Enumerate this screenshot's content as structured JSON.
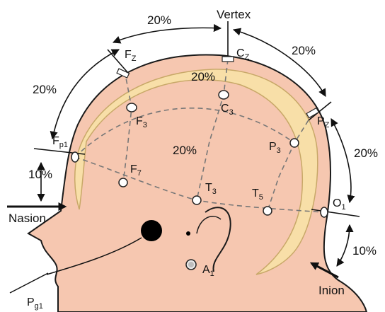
{
  "labels": {
    "vertex": "Vertex",
    "nasion": "Nasion",
    "inion": "Inion",
    "pg1_main": "P",
    "pg1_sub": "g1",
    "a1_main": "A",
    "a1_sub": "1"
  },
  "percentages": {
    "top_left": "20%",
    "top_right": "20%",
    "left_upper": "20%",
    "left_lower": "10%",
    "right_upper": "20%",
    "right_lower": "10%",
    "inner_top": "20%",
    "inner_middle": "20%"
  },
  "electrodes": {
    "fz": {
      "main": "F",
      "sub": "Z"
    },
    "cz": {
      "main": "C",
      "sub": "Z"
    },
    "pz": {
      "main": "P",
      "sub": "Z"
    },
    "fp1": {
      "main": "F",
      "sub": "p1"
    },
    "f3": {
      "main": "F",
      "sub": "3"
    },
    "c3": {
      "main": "C",
      "sub": "3"
    },
    "p3": {
      "main": "P",
      "sub": "3"
    },
    "f7": {
      "main": "F",
      "sub": "7"
    },
    "t3": {
      "main": "T",
      "sub": "3"
    },
    "t5": {
      "main": "T",
      "sub": "5"
    },
    "o1": {
      "main": "O",
      "sub": "1"
    }
  },
  "colors": {
    "skin": "#f6c7b0",
    "skin_outline": "#1a1a1a",
    "skull": "#f8dfa8",
    "skull_edge": "#c8a868",
    "dash": "#777777",
    "electrode": "#ffffff",
    "reference_dot": "#000000"
  }
}
